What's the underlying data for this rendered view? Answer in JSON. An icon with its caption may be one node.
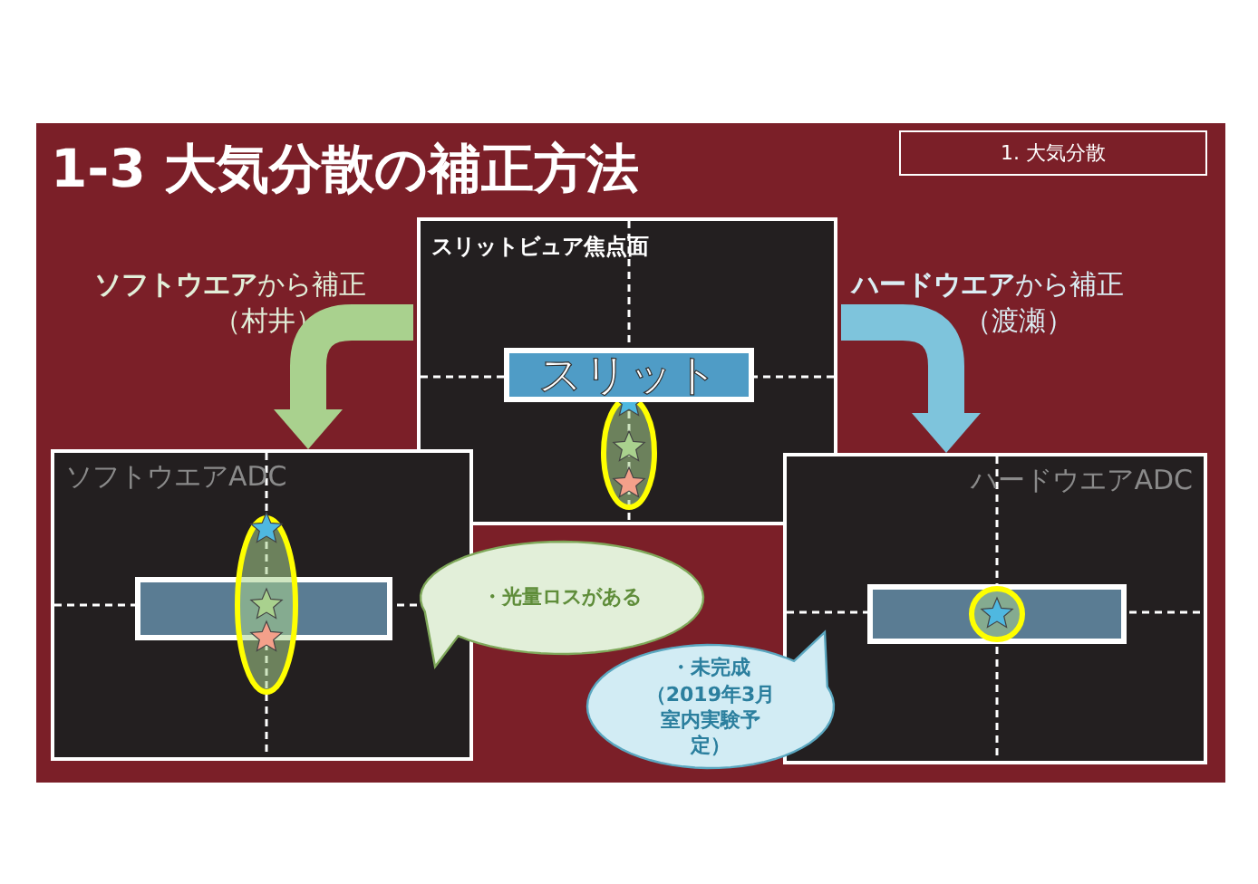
{
  "diagram": {
    "title": "1-3 大気分散の補正方法",
    "nodes": [
      {
        "text": [
          "スリットビュア焦点面"
        ]
      },
      {
        "text": [
          "スリット"
        ],
        "in": 0
      },
      {
        "text": [
          "ソフトウエアADC"
        ]
      },
      {
        "text": [
          "ハードウエアADC"
        ]
      },
      {
        "text": [
          "・光量ロスがある"
        ]
      },
      {
        "text": [
          "・未完成",
          "（2019年3月室内実験予定）"
        ]
      },
      {
        "text": [
          "1. 大気分散"
        ]
      }
    ],
    "edges": [
      {
        "from": 0,
        "to": 2,
        "arrow": "to",
        "color": "#a9d18e"
      },
      {
        "from": 0,
        "to": 3,
        "arrow": "to",
        "color": "#7ec4dc"
      }
    ],
    "labels": [
      "**ソフトウエア**から補正",
      "（村井）",
      "**ハードウエア**から補正",
      "（渡瀬）"
    ]
  }
}
